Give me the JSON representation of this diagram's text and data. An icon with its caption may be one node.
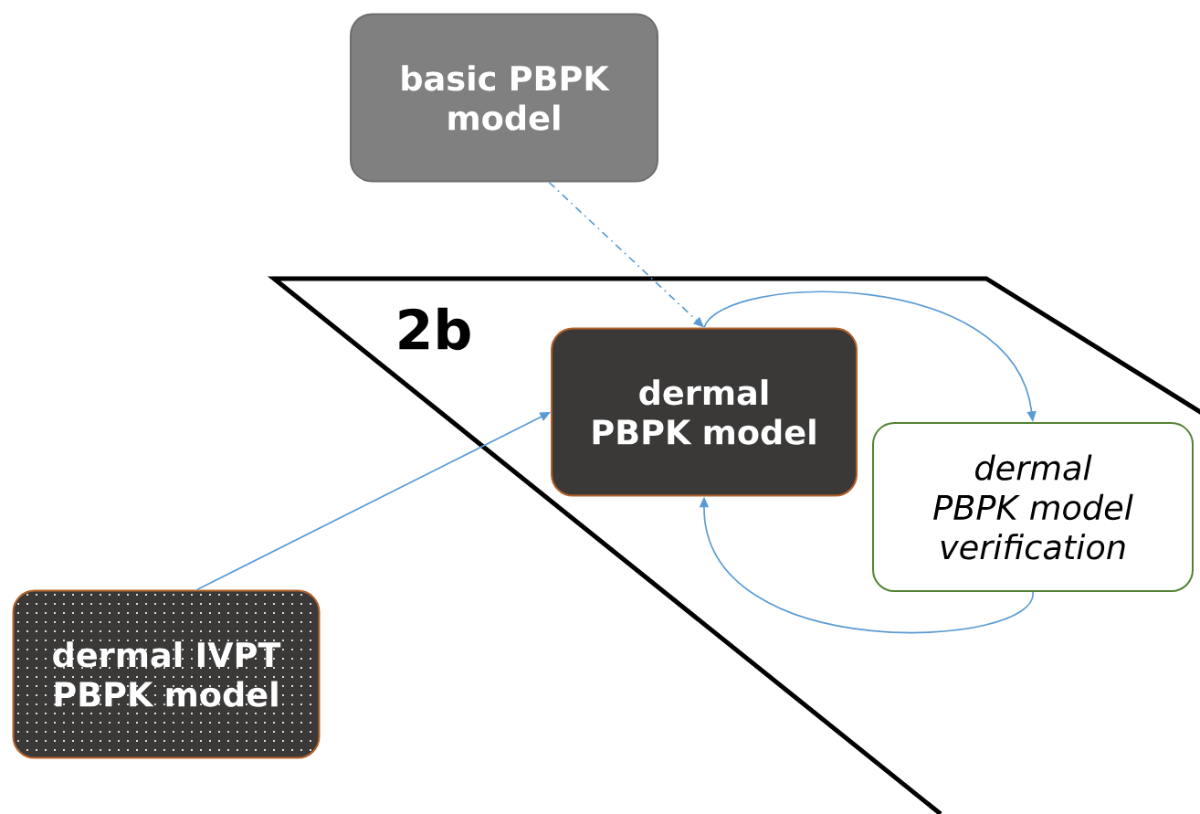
{
  "diagram": {
    "nodes": [
      {
        "text": [
          "basic PBPK model"
        ]
      },
      {
        "text": [
          "dermal PBPK model"
        ]
      },
      {
        "text": [
          "dermal PBPK model verification"
        ]
      },
      {
        "text": [
          "dermal IVPT PBPK model"
        ]
      }
    ],
    "edges": [
      {
        "from": 0,
        "to": 1,
        "arrow": "to",
        "style": "dashed"
      },
      {
        "from": 3,
        "to": 1,
        "arrow": "to"
      },
      {
        "from": 1,
        "to": 2,
        "arrow": "to"
      },
      {
        "from": 2,
        "to": 1,
        "arrow": "to"
      }
    ],
    "labels": [
      "2b"
    ]
  }
}
